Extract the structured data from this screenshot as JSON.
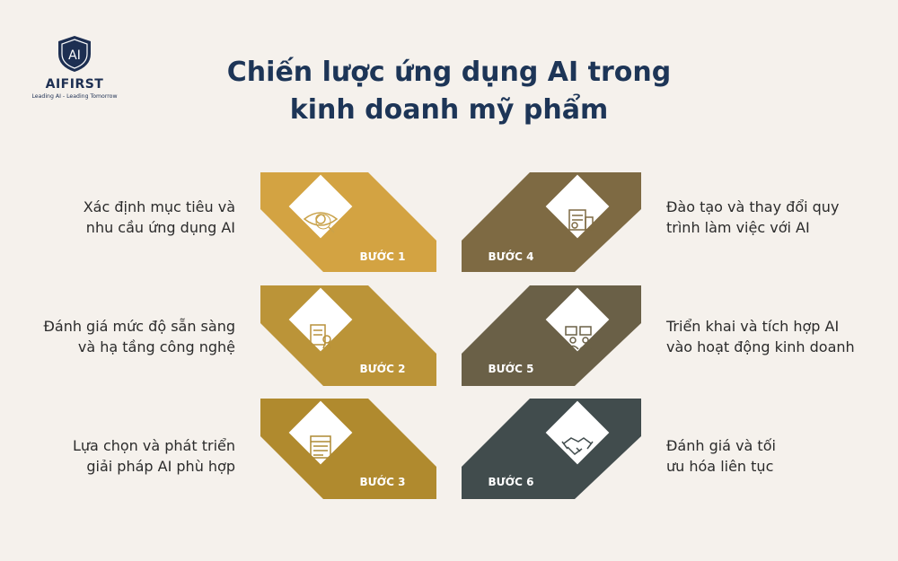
{
  "logo": {
    "mark": "AI",
    "name": "AIFIRST",
    "tagline": "Leading AI - Leading Tomorrow"
  },
  "title": {
    "line1": "Chiến lược ứng dụng AI trong",
    "line2": "kinh doanh mỹ phẩm"
  },
  "steps": [
    {
      "label": "BƯỚC 1",
      "line1": "Xác định mục tiêu và",
      "line2": "nhu cầu ứng dụng AI",
      "color": "#d3a342",
      "icon": "eye-magnifier-icon"
    },
    {
      "label": "BƯỚC 2",
      "line1": "Đánh giá mức độ sẵn sàng",
      "line2": "và hạ tầng công nghệ",
      "color": "#bb9438",
      "icon": "certificate-icon"
    },
    {
      "label": "BƯỚC 3",
      "line1": "Lựa chọn và phát triển",
      "line2": "giải pháp AI phù hợp",
      "color": "#b08a2e",
      "icon": "tax-form-icon"
    },
    {
      "label": "BƯỚC 4",
      "line1": "Đào tạo và thay đổi quy",
      "line2": "trình làm việc với AI",
      "color": "#7e6a43",
      "icon": "document-signing-icon"
    },
    {
      "label": "BƯỚC 5",
      "line1": "Triển khai và tích hợp AI",
      "line2": "vào hoạt động kinh doanh",
      "color": "#6a6047",
      "icon": "discussion-icon"
    },
    {
      "label": "BƯỚC 6",
      "line1": "Đánh giá và tối",
      "line2": "ưu hóa liên tục",
      "color": "#414c4d",
      "icon": "handshake-icon"
    }
  ]
}
